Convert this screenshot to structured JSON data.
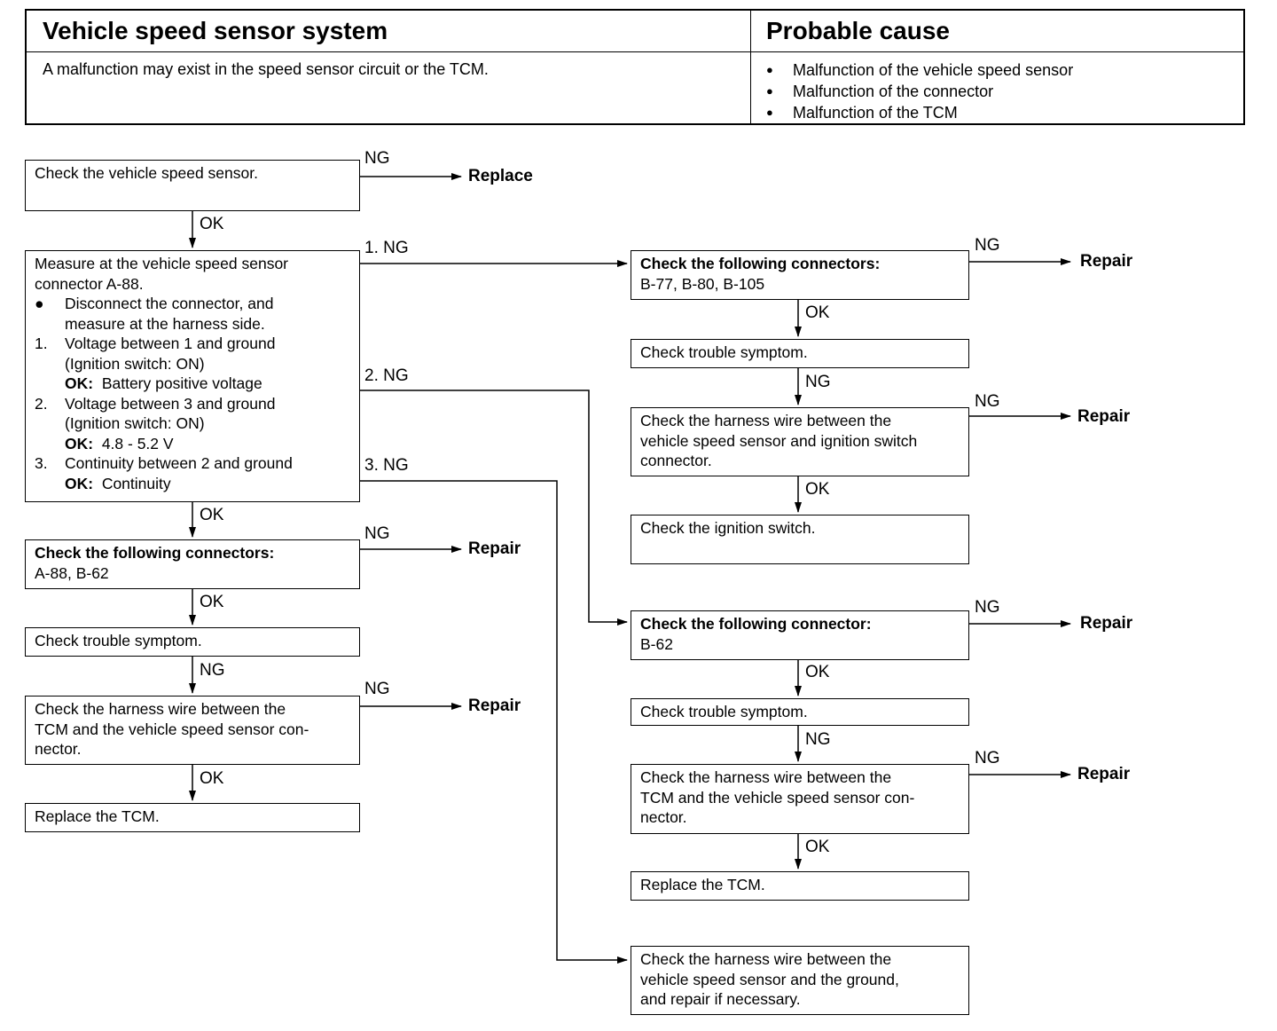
{
  "header": {
    "left_title": "Vehicle speed sensor system",
    "right_title": "Probable cause",
    "description": "A malfunction may exist in the speed sensor circuit or the TCM.",
    "causes": [
      "Malfunction of the vehicle speed sensor",
      "Malfunction of the connector",
      "Malfunction of the TCM"
    ]
  },
  "boxes": {
    "check_sensor": "Check the vehicle speed sensor.",
    "measure": {
      "l1": "Measure at the vehicle speed sensor",
      "l2": "connector A-88.",
      "l3": "Disconnect the connector, and",
      "l4": "measure at the harness side.",
      "l5n": "1.",
      "l5": "Voltage between 1 and ground",
      "l6": "(Ignition switch: ON)",
      "l7k": "OK:",
      "l7": "Battery positive voltage",
      "l8n": "2.",
      "l8": "Voltage between 3 and ground",
      "l9": "(Ignition switch: ON)",
      "l10k": "OK:",
      "l10": "4.8 - 5.2 V",
      "l11n": "3.",
      "l11": "Continuity between 2 and ground",
      "l12k": "OK:",
      "l12": "Continuity"
    },
    "conn_a88": {
      "title": "Check the following connectors:",
      "body": "A-88, B-62"
    },
    "trouble_left": "Check trouble symptom.",
    "harness_left": {
      "l1": "Check the harness wire between the",
      "l2": "TCM and the vehicle speed sensor con-",
      "l3": "nector."
    },
    "replace_tcm_left": "Replace the TCM.",
    "conn_b77": {
      "title": "Check the following connectors:",
      "body": "B-77, B-80, B-105"
    },
    "trouble_r1": "Check trouble symptom.",
    "harness_ign": {
      "l1": "Check the harness wire between the",
      "l2": "vehicle speed sensor and ignition switch",
      "l3": "connector."
    },
    "ignition_switch": "Check the ignition switch.",
    "conn_b62": {
      "title": "Check the following connector:",
      "body": "B-62"
    },
    "trouble_r2": "Check trouble symptom.",
    "harness_r2": {
      "l1": "Check the harness wire between the",
      "l2": "TCM and the vehicle speed sensor con-",
      "l3": "nector."
    },
    "replace_tcm_right": "Replace the TCM.",
    "harness_ground": {
      "l1": "Check the harness wire between the",
      "l2": "vehicle speed sensor and the ground,",
      "l3": "and repair if necessary."
    }
  },
  "labels": {
    "ng": "NG",
    "ok": "OK",
    "ng1": "1. NG",
    "ng2": "2. NG",
    "ng3": "3. NG",
    "replace": "Replace",
    "repair": "Repair"
  }
}
